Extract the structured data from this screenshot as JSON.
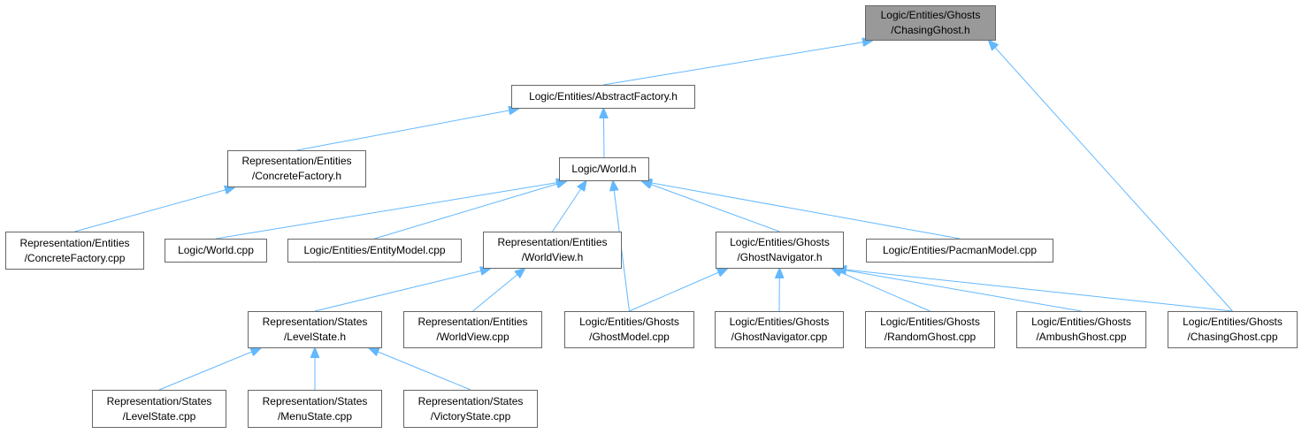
{
  "colors": {
    "edge": "#63b8ff",
    "node_border": "#666666",
    "node_fill": "#ffffff",
    "root_fill": "#999999"
  },
  "nodes": {
    "chasing_ghost_h": {
      "lines": [
        "Logic/Entities/Ghosts",
        "/ChasingGhost.h"
      ]
    },
    "abstract_factory_h": {
      "lines": [
        "Logic/Entities/AbstractFactory.h"
      ]
    },
    "concrete_factory_h": {
      "lines": [
        "Representation/Entities",
        "/ConcreteFactory.h"
      ]
    },
    "world_h": {
      "lines": [
        "Logic/World.h"
      ]
    },
    "concrete_factory_cpp": {
      "lines": [
        "Representation/Entities",
        "/ConcreteFactory.cpp"
      ]
    },
    "world_cpp": {
      "lines": [
        "Logic/World.cpp"
      ]
    },
    "entity_model_cpp": {
      "lines": [
        "Logic/Entities/EntityModel.cpp"
      ]
    },
    "world_view_h": {
      "lines": [
        "Representation/Entities",
        "/WorldView.h"
      ]
    },
    "ghost_navigator_h": {
      "lines": [
        "Logic/Entities/Ghosts",
        "/GhostNavigator.h"
      ]
    },
    "pacman_model_cpp": {
      "lines": [
        "Logic/Entities/PacmanModel.cpp"
      ]
    },
    "level_state_h": {
      "lines": [
        "Representation/States",
        "/LevelState.h"
      ]
    },
    "world_view_cpp": {
      "lines": [
        "Representation/Entities",
        "/WorldView.cpp"
      ]
    },
    "ghost_model_cpp": {
      "lines": [
        "Logic/Entities/Ghosts",
        "/GhostModel.cpp"
      ]
    },
    "ghost_navigator_cpp": {
      "lines": [
        "Logic/Entities/Ghosts",
        "/GhostNavigator.cpp"
      ]
    },
    "random_ghost_cpp": {
      "lines": [
        "Logic/Entities/Ghosts",
        "/RandomGhost.cpp"
      ]
    },
    "ambush_ghost_cpp": {
      "lines": [
        "Logic/Entities/Ghosts",
        "/AmbushGhost.cpp"
      ]
    },
    "chasing_ghost_cpp": {
      "lines": [
        "Logic/Entities/Ghosts",
        "/ChasingGhost.cpp"
      ]
    },
    "level_state_cpp": {
      "lines": [
        "Representation/States",
        "/LevelState.cpp"
      ]
    },
    "menu_state_cpp": {
      "lines": [
        "Representation/States",
        "/MenuState.cpp"
      ]
    },
    "victory_state_cpp": {
      "lines": [
        "Representation/States",
        "/VictoryState.cpp"
      ]
    }
  },
  "edges": [
    {
      "from": "abstract_factory_h",
      "to": "chasing_ghost_h"
    },
    {
      "from": "chasing_ghost_cpp",
      "to": "chasing_ghost_h"
    },
    {
      "from": "concrete_factory_h",
      "to": "abstract_factory_h"
    },
    {
      "from": "world_h",
      "to": "abstract_factory_h"
    },
    {
      "from": "concrete_factory_cpp",
      "to": "concrete_factory_h"
    },
    {
      "from": "world_cpp",
      "to": "world_h"
    },
    {
      "from": "entity_model_cpp",
      "to": "world_h"
    },
    {
      "from": "world_view_h",
      "to": "world_h"
    },
    {
      "from": "ghost_model_cpp",
      "to": "world_h"
    },
    {
      "from": "ghost_navigator_h",
      "to": "world_h"
    },
    {
      "from": "pacman_model_cpp",
      "to": "world_h"
    },
    {
      "from": "level_state_h",
      "to": "world_view_h"
    },
    {
      "from": "world_view_cpp",
      "to": "world_view_h"
    },
    {
      "from": "ghost_model_cpp",
      "to": "ghost_navigator_h"
    },
    {
      "from": "ghost_navigator_cpp",
      "to": "ghost_navigator_h"
    },
    {
      "from": "random_ghost_cpp",
      "to": "ghost_navigator_h"
    },
    {
      "from": "ambush_ghost_cpp",
      "to": "ghost_navigator_h"
    },
    {
      "from": "chasing_ghost_cpp",
      "to": "ghost_navigator_h"
    },
    {
      "from": "level_state_cpp",
      "to": "level_state_h"
    },
    {
      "from": "menu_state_cpp",
      "to": "level_state_h"
    },
    {
      "from": "victory_state_cpp",
      "to": "level_state_h"
    }
  ]
}
